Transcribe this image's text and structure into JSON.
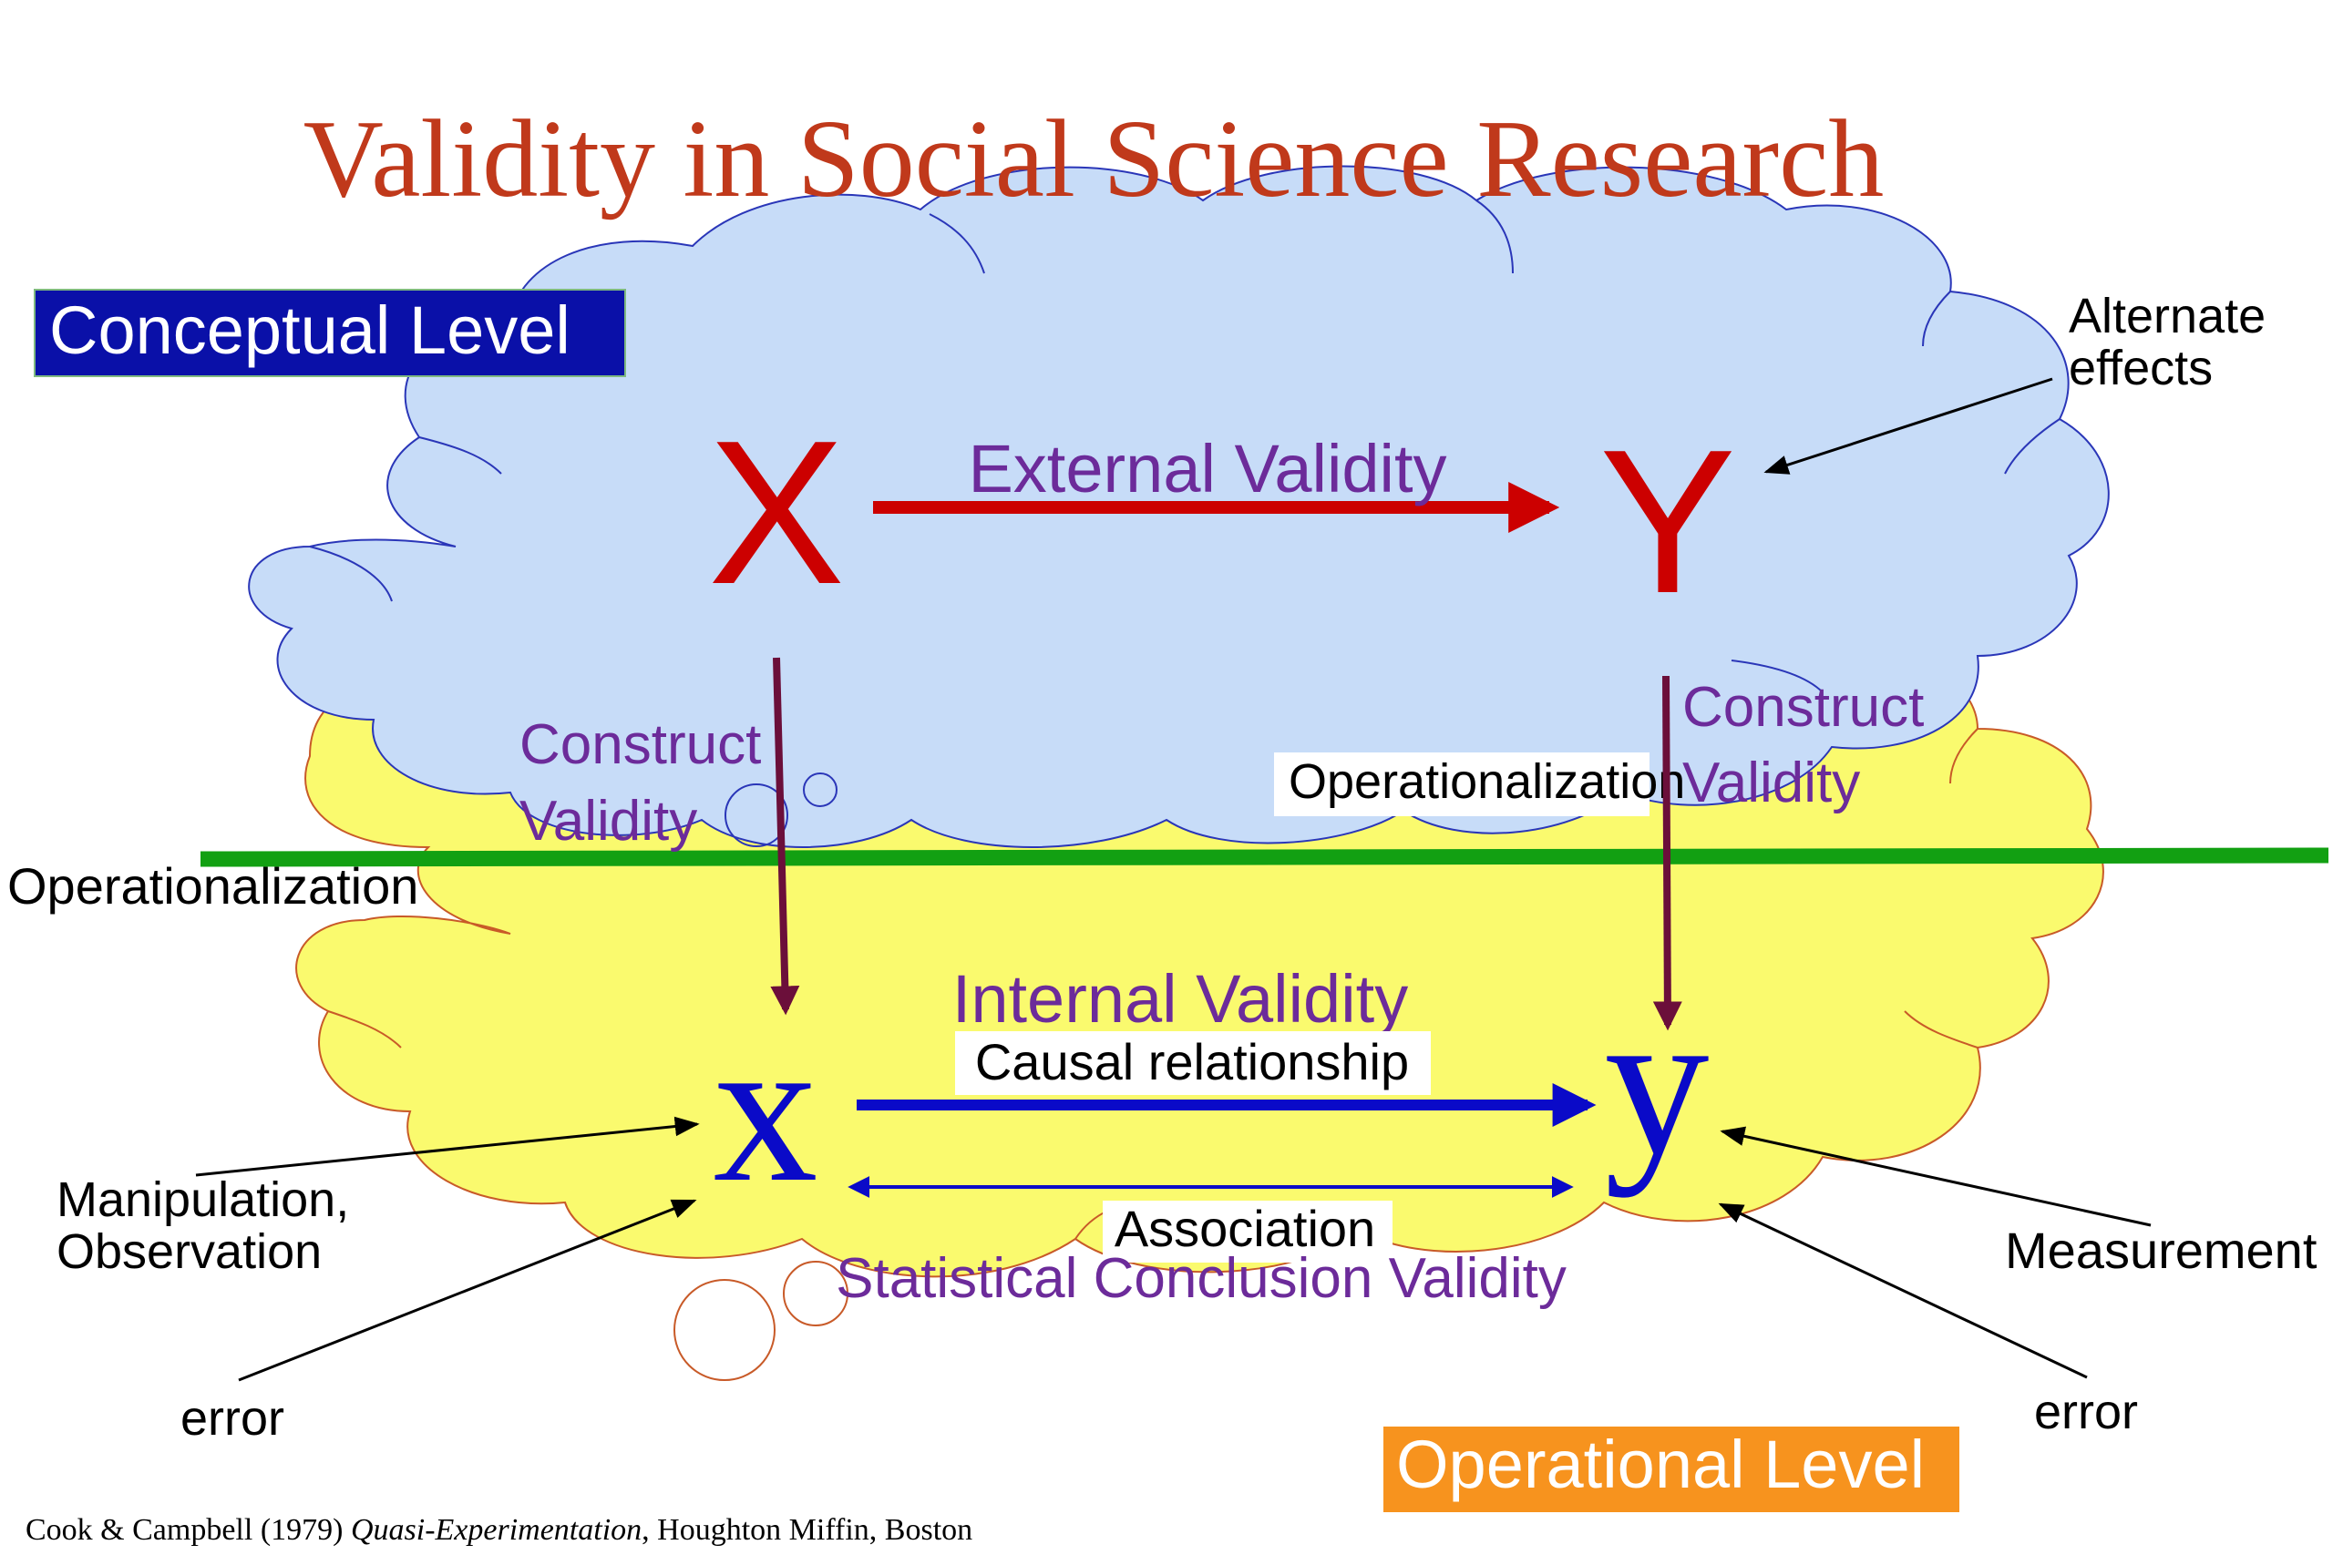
{
  "title": "Validity in Social Science Research",
  "conceptual_level_label": "Conceptual Level",
  "operational_level_label": "Operational Level",
  "operationalization_left": "Operationalization",
  "operationalization_right": "Operationalization",
  "constructs": {
    "X_upper": "X",
    "Y_upper": "Y",
    "x_lower": "x",
    "y_lower": "y"
  },
  "validities": {
    "external": "External Validity",
    "construct_left": [
      "Construct",
      "Validity"
    ],
    "construct_right": [
      "Construct",
      "Validity"
    ],
    "internal": "Internal Validity",
    "statistical": "Statistical Conclusion Validity"
  },
  "relations": {
    "causal": "Causal relationship",
    "association": "Association"
  },
  "annotations": {
    "alternate_effects": [
      "Alternate",
      "effects"
    ],
    "manipulation": [
      "Manipulation,",
      "Observation"
    ],
    "measurement": "Measurement",
    "error_left": "error",
    "error_right": "error"
  },
  "citation": {
    "pre": "Cook & Campbell (1979) ",
    "italic": "Quasi-Experimentation",
    "post": ", Houghton Miffin, Boston"
  },
  "colors": {
    "title": "#c0391b",
    "conceptual_box": "#0a10a8",
    "operational_box": "#f7931e",
    "cloud_blue": "#c7dcf8",
    "cloud_yellow": "#fafa6e",
    "red_arrow": "#cc0000",
    "blue_arrow": "#0a0ac8",
    "purple_text": "#6c2b9a",
    "maroon_arrow": "#6b0f3a",
    "green_line": "#12a012"
  }
}
